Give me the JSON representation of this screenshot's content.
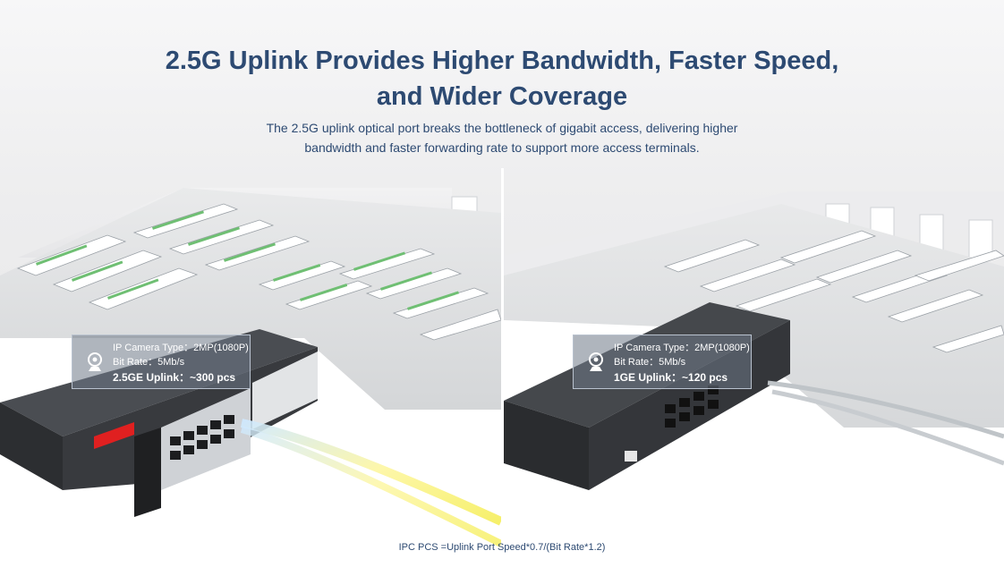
{
  "header": {
    "title_line1": "2.5G Uplink Provides Higher Bandwidth, Faster Speed,",
    "title_line2": "and Wider Coverage",
    "subtitle_line1": "The 2.5G uplink optical port breaks the bottleneck of gigabit access, delivering higher",
    "subtitle_line2": "bandwidth and faster forwarding rate to support more access terminals."
  },
  "left_panel": {
    "camera_type": "IP Camera Type：2MP(1080P)",
    "bit_rate": "Bit Rate：5Mb/s",
    "uplink": "2.5GE Uplink：~300 pcs"
  },
  "right_panel": {
    "camera_type": "IP Camera Type：2MP(1080P)",
    "bit_rate": "Bit Rate：5Mb/s",
    "uplink": "1GE Uplink：~120 pcs"
  },
  "footer": {
    "formula": "IPC PCS =Uplink Port Speed*0.7/(Bit Rate*1.2)"
  },
  "icons": [
    "camera-icon",
    "switch-illustration"
  ],
  "colors": {
    "heading": "#2d4a72",
    "highlight_fiber": "#f3f07a",
    "brand_red": "#e02020"
  }
}
